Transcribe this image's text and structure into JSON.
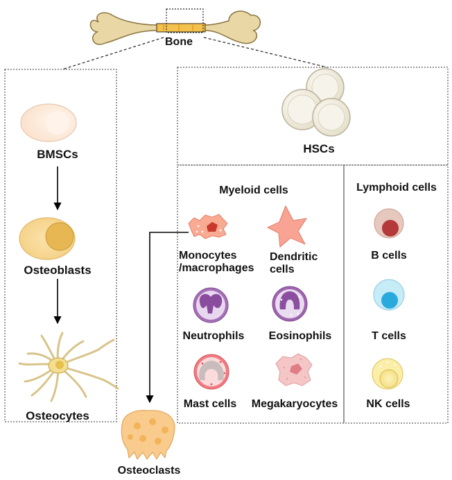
{
  "diagram": {
    "bone": {
      "label": "Bone",
      "color": "#e8d6a4"
    },
    "left_panel": {
      "cells": [
        {
          "label": "BMSCs",
          "icon": "bmsc-cell-icon",
          "color": "#fbe3cf"
        },
        {
          "label": "Osteoblasts",
          "icon": "osteoblast-cell-icon",
          "color": "#f6d58e"
        },
        {
          "label": "Osteocytes",
          "icon": "osteocyte-cell-icon",
          "color": "#f2e3b0"
        }
      ]
    },
    "hsc": {
      "label": "HSCs",
      "icon": "hsc-cluster-icon",
      "color": "#f1ede1"
    },
    "myeloid": {
      "heading": "Myeloid cells",
      "cells": [
        {
          "label_lines": [
            "Monocytes",
            "/macrophages"
          ],
          "icon": "macrophage-icon",
          "color": "#f8a58c"
        },
        {
          "label_lines": [
            "Dendritic",
            "cells"
          ],
          "icon": "dendritic-cell-icon",
          "color": "#f7a191"
        },
        {
          "label_lines": [
            "Neutrophils"
          ],
          "icon": "neutrophil-icon",
          "color": "#a36fb3"
        },
        {
          "label_lines": [
            "Eosinophils"
          ],
          "icon": "eosinophil-icon",
          "color": "#9c62ad"
        },
        {
          "label_lines": [
            "Mast cells"
          ],
          "icon": "mast-cell-icon",
          "color": "#f07a80"
        },
        {
          "label_lines": [
            "Megakaryocytes"
          ],
          "icon": "megakaryocyte-icon",
          "color": "#f2c5c5"
        }
      ]
    },
    "lymphoid": {
      "heading": "Lymphoid cells",
      "cells": [
        {
          "label": "B cells",
          "icon": "b-cell-icon",
          "color": "#b5393a"
        },
        {
          "label": "T cells",
          "icon": "t-cell-icon",
          "color": "#28a9de"
        },
        {
          "label": "NK cells",
          "icon": "nk-cell-icon",
          "color": "#f7e289"
        }
      ]
    },
    "osteoclast": {
      "label": "Osteoclasts",
      "icon": "osteoclast-icon",
      "color": "#f9c98b"
    }
  }
}
